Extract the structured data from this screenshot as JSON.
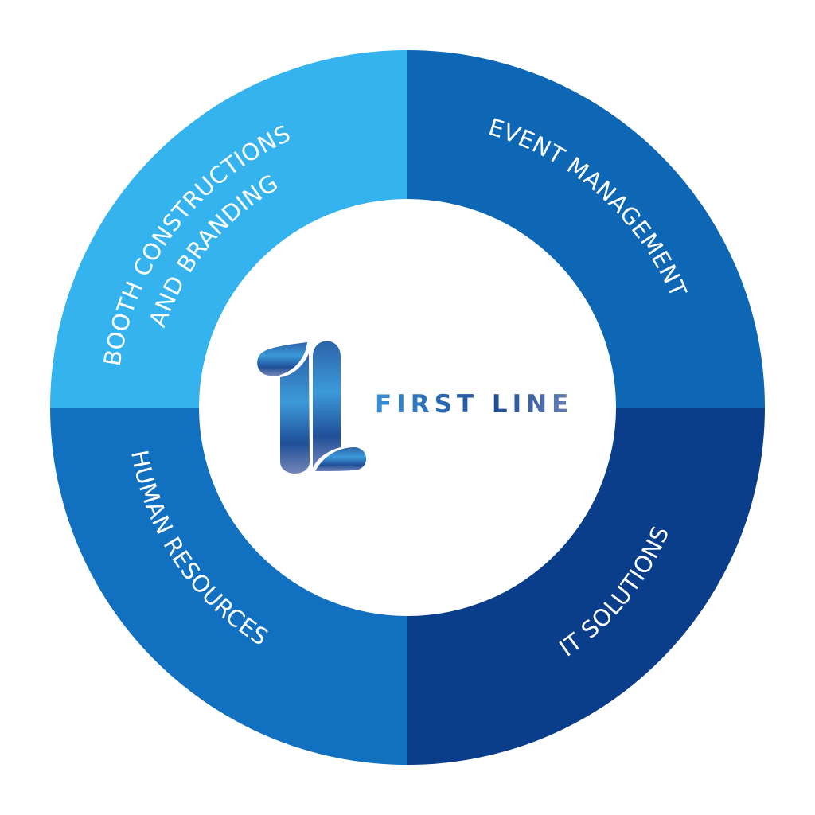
{
  "diagram": {
    "title": "First Line services",
    "center": {
      "brand_name": "FIRST LINE",
      "logo_icon": "first-line-1L-logo-icon"
    },
    "segments": [
      {
        "id": "booth",
        "lines": [
          "BOOTH CONSTRUCTIONS",
          "AND BRANDING"
        ],
        "color": "#34b3ef",
        "quadrant": "top-left"
      },
      {
        "id": "event",
        "lines": [
          "EVENT MANAGEMENT"
        ],
        "color": "#0d67b4",
        "quadrant": "top-right"
      },
      {
        "id": "it",
        "lines": [
          "IT SOLUTIONS"
        ],
        "color": "#0a3d8a",
        "quadrant": "bottom-right"
      },
      {
        "id": "hr",
        "lines": [
          "HUMAN RESOURCES"
        ],
        "color": "#1170bf",
        "quadrant": "bottom-left"
      }
    ],
    "colors": {
      "inner_circle": "#ffffff",
      "label_text": "#ffffff",
      "brand_gradient_start": "#3a8fd6",
      "brand_gradient_mid": "#1e4d97",
      "brand_gradient_end": "#6a7fb4"
    }
  }
}
